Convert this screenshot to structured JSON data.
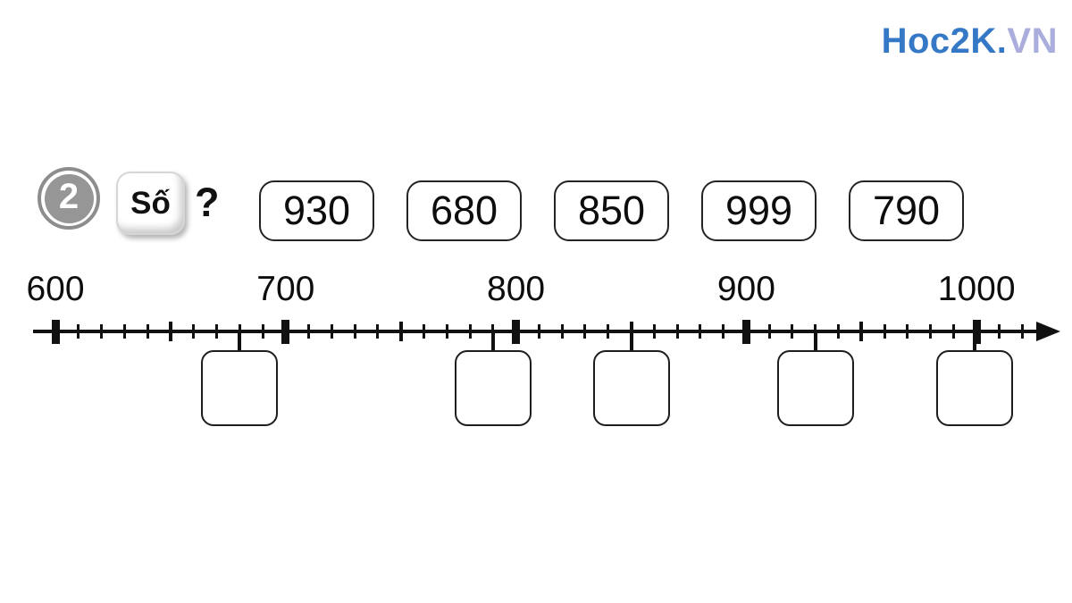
{
  "logo": {
    "primary": "Hoc2K.",
    "secondary": "VN"
  },
  "exercise": {
    "number": "2",
    "keyword": "Số",
    "question_mark": "?"
  },
  "cards": [
    "930",
    "680",
    "850",
    "999",
    "790"
  ],
  "number_line": {
    "min": 600,
    "max_tick": 1020,
    "step": 10,
    "major_ticks": [
      600,
      700,
      800,
      900,
      1000
    ],
    "hundred_labels": [
      "600",
      "700",
      "800",
      "900",
      "1000"
    ],
    "medium_ticks": [
      650,
      750,
      850,
      950
    ],
    "answer_box_positions": [
      680,
      790,
      850,
      930,
      999
    ]
  },
  "colors": {
    "logo_primary": "#3579c6",
    "logo_secondary": "#abaedd",
    "badge_fill": "#969696",
    "badge_ring": "#8d8d8d",
    "ink": "#111111",
    "background": "#ffffff"
  }
}
